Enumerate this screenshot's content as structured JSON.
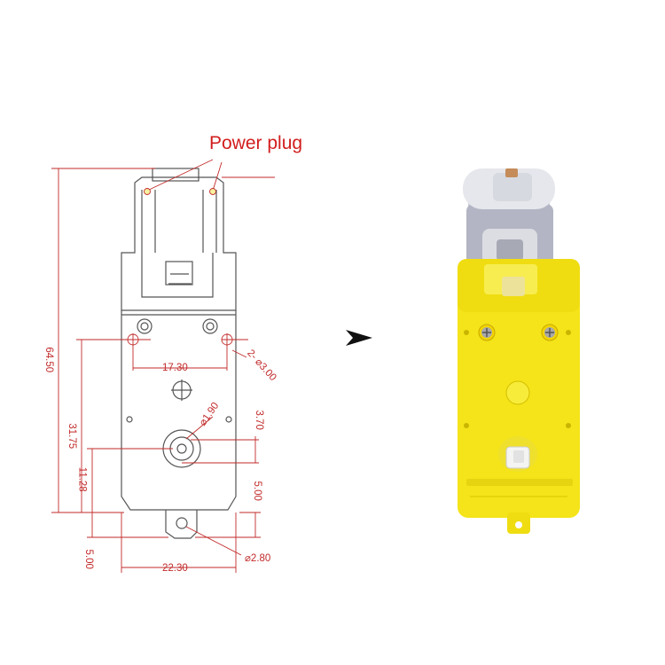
{
  "diagram": {
    "power_plug_label": "Power plug",
    "dims": {
      "overall_height": "64.50",
      "body_height": "31.75",
      "shaft_offset": "11.28",
      "hole_spacing": "17.30",
      "mount_holes": "2- ⌀3.00",
      "shaft_dia": "⌀1.90",
      "shaft_flat": "3.70",
      "tab_height": "5.00",
      "tab_offset": "5.00",
      "body_width": "22.30",
      "tab_hole": "⌀2.80"
    },
    "arrow_icon": "arrow-right-icon",
    "colors": {
      "annotation_red": "#c22a2a",
      "gearbox_yellow": "#f2e21e",
      "motor_clear": "#cfd3db"
    }
  }
}
